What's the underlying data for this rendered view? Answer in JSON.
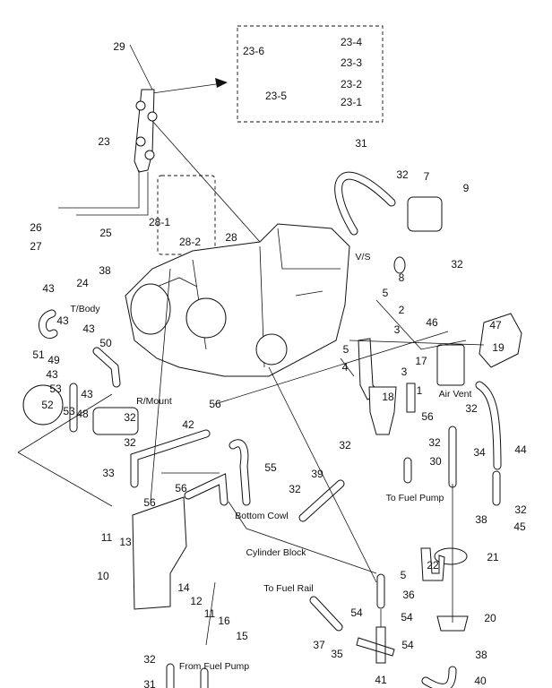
{
  "labels": [
    "29",
    "23-6",
    "23-4",
    "23-3",
    "23-2",
    "23-5",
    "23-1",
    "23",
    "31",
    "32",
    "7",
    "9",
    "26",
    "25",
    "28-1",
    "28",
    "28-2",
    "27",
    "38",
    "24",
    "8",
    "32",
    "43",
    "43",
    "43",
    "50",
    "51",
    "49",
    "43",
    "43",
    "52",
    "48",
    "5",
    "2",
    "3",
    "46",
    "47",
    "4",
    "18",
    "19",
    "5",
    "3",
    "17",
    "1",
    "56",
    "32",
    "32",
    "44",
    "34",
    "30",
    "32",
    "39",
    "32",
    "32",
    "38",
    "45",
    "22",
    "21",
    "5",
    "36",
    "20",
    "54",
    "54",
    "54",
    "38",
    "41",
    "40",
    "37",
    "35",
    "53",
    "53",
    "32",
    "42",
    "56",
    "32",
    "33",
    "55",
    "56",
    "56",
    "11",
    "13",
    "10",
    "14",
    "12",
    "11",
    "16",
    "15",
    "32",
    "31"
  ],
  "annotations": {
    "t_body": "T/Body",
    "r_mount": "R/Mount",
    "vs": "V/S",
    "air_vent": "Air Vent",
    "to_fuel_pump": "To Fuel Pump",
    "bottom_cowl": "Bottom Cowl",
    "cylinder_block": "Cylinder Block",
    "to_fuel_rail": "To Fuel Rail",
    "from_fuel_pump": "From Fuel Pump"
  }
}
